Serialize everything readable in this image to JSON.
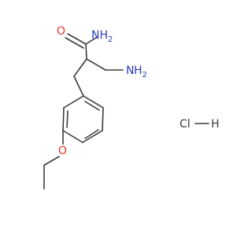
{
  "molecule": {
    "atoms": {
      "amide_nh2": "NH2",
      "carbonyl_o": "O",
      "amine_n": "N",
      "amine_h2": "H",
      "ether_o": "O"
    },
    "salt": {
      "cl": "Cl",
      "h": "H"
    },
    "colors": {
      "bond": "#3c3c3c",
      "oxygen": "#e8322b",
      "nitrogen": "#2d3bb8"
    }
  }
}
